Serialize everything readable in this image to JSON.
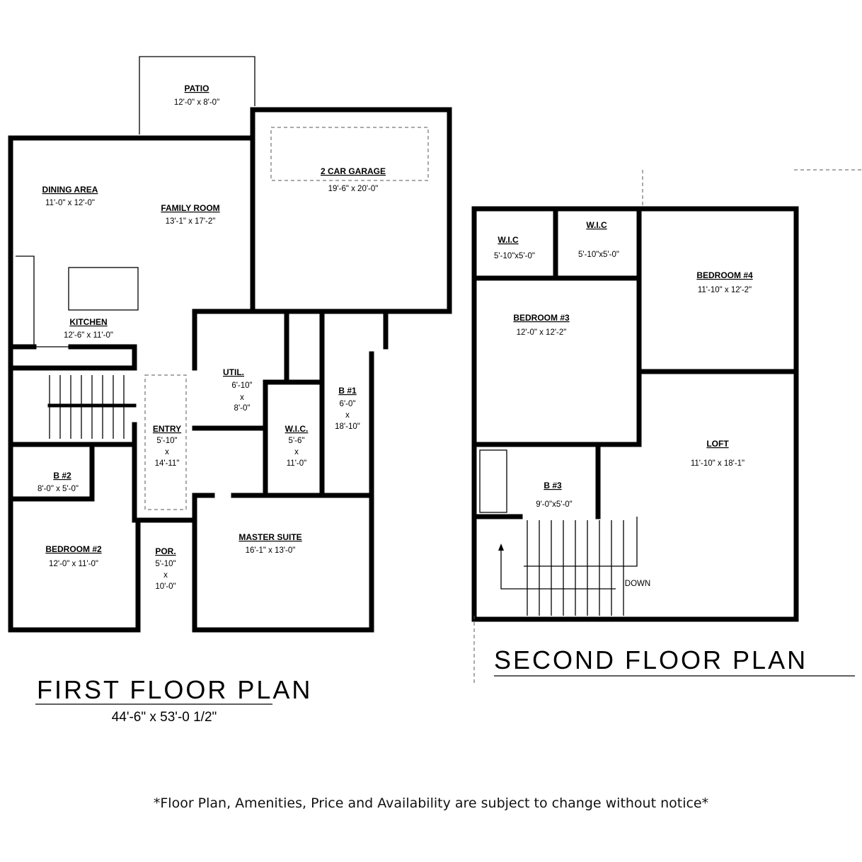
{
  "first_floor": {
    "title": "FIRST FLOOR PLAN",
    "dimensions": "44'-6\" x 53'-0 1/2\"",
    "rooms": [
      {
        "name": "PATIO",
        "size": [
          "12'-0\" x 8'-0\""
        ]
      },
      {
        "name": "2 CAR GARAGE",
        "size": [
          "19'-6\" x 20'-0\""
        ]
      },
      {
        "name": "DINING AREA",
        "size": [
          "11'-0\" x 12'-0\""
        ]
      },
      {
        "name": "FAMILY ROOM",
        "size": [
          "13'-1\" x 17'-2\""
        ]
      },
      {
        "name": "KITCHEN",
        "size": [
          "12'-6\" x 11'-0\""
        ]
      },
      {
        "name": "UTIL.",
        "size": [
          "6'-10\"",
          "x",
          "8'-0\""
        ]
      },
      {
        "name": "B #1",
        "size": [
          "6'-0\"",
          "x",
          "18'-10\""
        ]
      },
      {
        "name": "W.I.C.",
        "size": [
          "5'-6\"",
          "x",
          "11'-0\""
        ]
      },
      {
        "name": "ENTRY",
        "size": [
          "5'-10\"",
          "x",
          "14'-11\""
        ]
      },
      {
        "name": "B #2",
        "size": [
          "8'-0\" x 5'-0\""
        ]
      },
      {
        "name": "BEDROOM #2",
        "size": [
          "12'-0\" x 11'-0\""
        ]
      },
      {
        "name": "POR.",
        "size": [
          "5'-10\"",
          "x",
          "10'-0\""
        ]
      },
      {
        "name": "MASTER SUITE",
        "size": [
          "16'-1\" x 13'-0\""
        ]
      }
    ]
  },
  "second_floor": {
    "title": "SECOND FLOOR PLAN",
    "stair_label": "DOWN",
    "rooms": [
      {
        "name": "W.I.C",
        "size": [
          "5'-10\"x5'-0\""
        ]
      },
      {
        "name": "W.I.C",
        "size": [
          "5'-10\"x5'-0\""
        ]
      },
      {
        "name": "BEDROOM #4",
        "size": [
          "11'-10\" x 12'-2\""
        ]
      },
      {
        "name": "BEDROOM #3",
        "size": [
          "12'-0\" x 12'-2\""
        ]
      },
      {
        "name": "LOFT",
        "size": [
          "11'-10\" x 18'-1\""
        ]
      },
      {
        "name": "B #3",
        "size": [
          "9'-0\"x5'-0\""
        ]
      }
    ]
  },
  "footer": "*Floor Plan, Amenities, Price and Availability are subject to change without notice*"
}
